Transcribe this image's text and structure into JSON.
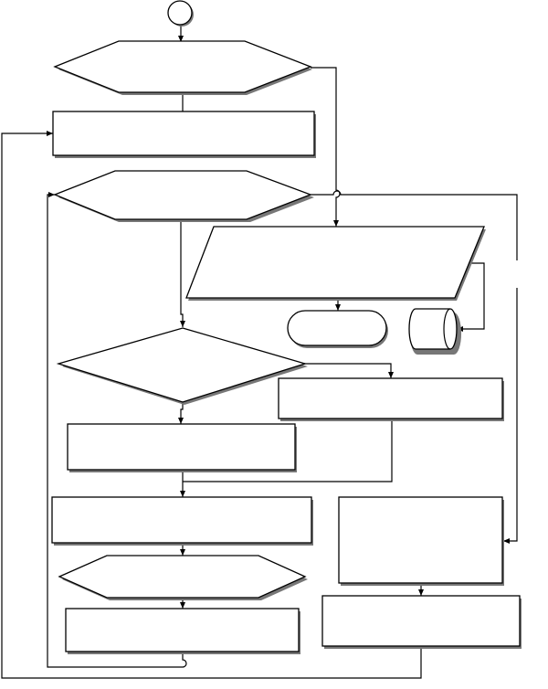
{
  "diagram": {
    "nodes": {
      "start": {
        "shape": "start-circle",
        "label": ""
      },
      "decision-top": {
        "shape": "hexagon-decision",
        "label": ""
      },
      "process-1": {
        "shape": "process-box",
        "label": ""
      },
      "loop-decision": {
        "shape": "hexagon-decision",
        "label": ""
      },
      "input-output": {
        "shape": "parallelogram-io",
        "label": ""
      },
      "terminal": {
        "shape": "rounded-terminal",
        "label": ""
      },
      "storage": {
        "shape": "cylinder-storage",
        "label": ""
      },
      "decision-mid": {
        "shape": "diamond-decision",
        "label": ""
      },
      "process-right": {
        "shape": "process-box",
        "label": ""
      },
      "process-2": {
        "shape": "process-box",
        "label": ""
      },
      "process-3": {
        "shape": "process-box",
        "label": ""
      },
      "process-tall": {
        "shape": "process-box",
        "label": ""
      },
      "decision-bottom": {
        "shape": "hexagon-decision",
        "label": ""
      },
      "process-4": {
        "shape": "process-box",
        "label": ""
      },
      "process-bottom-right": {
        "shape": "process-box",
        "label": ""
      }
    },
    "edges": [
      {
        "from": "start",
        "to": "decision-top"
      },
      {
        "from": "decision-top",
        "to": "process-1"
      },
      {
        "from": "decision-top",
        "to": "input-output"
      },
      {
        "from": "process-1",
        "to": "loop-decision"
      },
      {
        "from": "loop-decision",
        "to": "decision-mid"
      },
      {
        "from": "loop-decision",
        "to": "process-tall"
      },
      {
        "from": "input-output",
        "to": "terminal"
      },
      {
        "from": "input-output",
        "to": "storage"
      },
      {
        "from": "decision-mid",
        "to": "process-2"
      },
      {
        "from": "decision-mid",
        "to": "process-right"
      },
      {
        "from": "process-right",
        "to": "process-3"
      },
      {
        "from": "process-2",
        "to": "process-3"
      },
      {
        "from": "process-3",
        "to": "decision-bottom"
      },
      {
        "from": "decision-bottom",
        "to": "process-4"
      },
      {
        "from": "decision-bottom",
        "to": "loop-decision"
      },
      {
        "from": "process-tall",
        "to": "process-bottom-right"
      },
      {
        "from": "process-bottom-right",
        "to": "process-1"
      }
    ]
  }
}
